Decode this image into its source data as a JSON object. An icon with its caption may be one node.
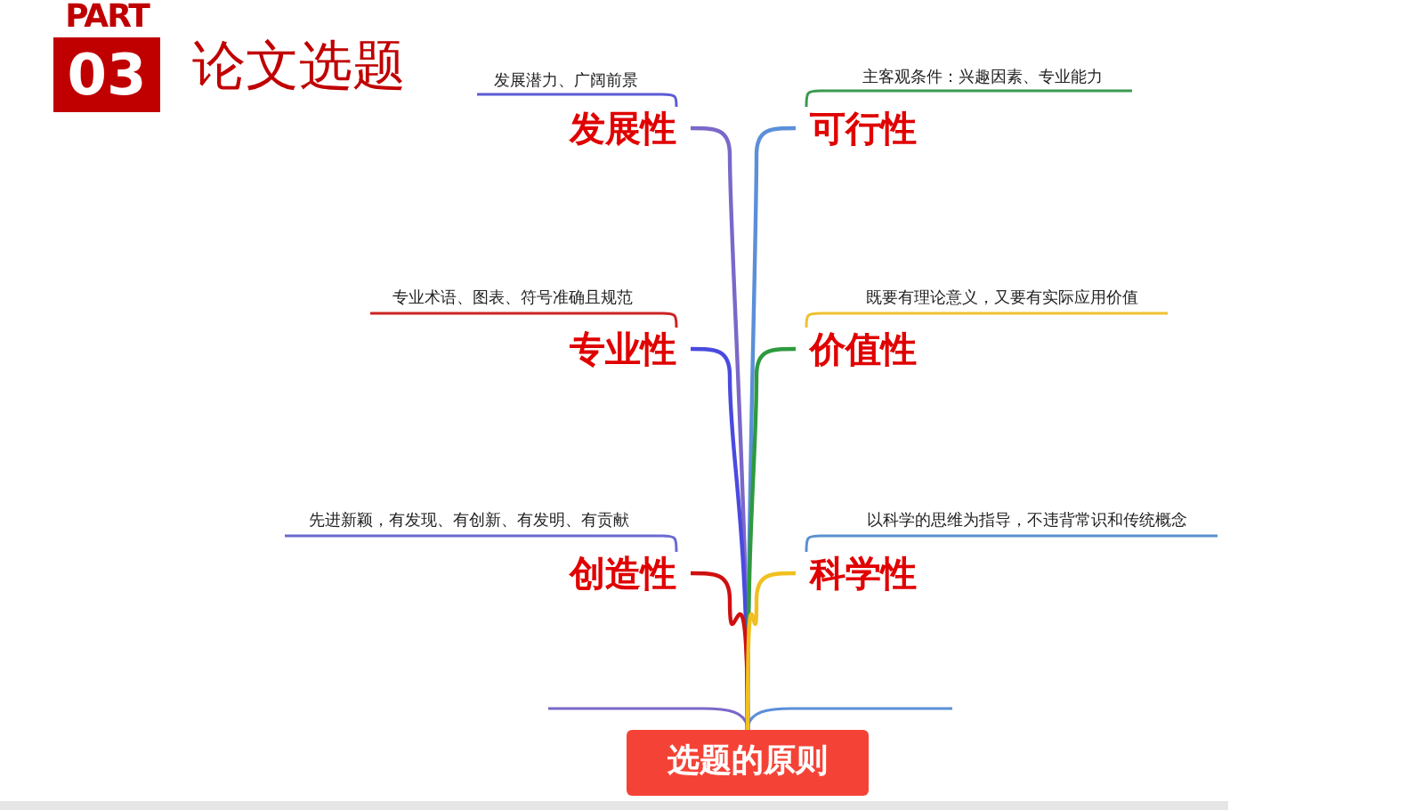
{
  "diagram": {
    "title": "论文选题",
    "nodes": [
      {
        "text": [
          "发展性"
        ]
      },
      {
        "text": [
          "可行性"
        ]
      },
      {
        "text": [
          "专业性"
        ]
      },
      {
        "text": [
          "价值性"
        ]
      },
      {
        "text": [
          "创造性"
        ]
      },
      {
        "text": [
          "科学性"
        ]
      },
      {
        "text": [
          "发展潜力、广阔前景"
        ]
      },
      {
        "text": [
          "主客观条件：兴趣因素、专业能力"
        ]
      },
      {
        "text": [
          "专业术语、图表、符号准确且规范"
        ]
      },
      {
        "text": [
          "既要有理论意义，又要有实际应用价值"
        ]
      },
      {
        "text": [
          "先进新颖，有发现、有创新、有发明、有贡献"
        ]
      },
      {
        "text": [
          "以科学的思维为指导，不违背常识和传统概念"
        ]
      },
      {
        "text": [
          "选题的原则"
        ]
      }
    ],
    "edges": [
      {
        "from": 12,
        "to": 0,
        "arrow": "none",
        "color": "#7b68c8"
      },
      {
        "from": 12,
        "to": 1,
        "arrow": "none",
        "color": "#5b8fd8"
      },
      {
        "from": 12,
        "to": 2,
        "arrow": "none",
        "color": "#4a4ae0"
      },
      {
        "from": 12,
        "to": 3,
        "arrow": "none",
        "color": "#2e9a3e"
      },
      {
        "from": 12,
        "to": 4,
        "arrow": "none",
        "color": "#d01010"
      },
      {
        "from": 12,
        "to": 5,
        "arrow": "none",
        "color": "#f0c020"
      },
      {
        "from": 0,
        "to": 6,
        "arrow": "none",
        "color": "#5b5bd6"
      },
      {
        "from": 1,
        "to": 7,
        "arrow": "none",
        "color": "#3a9a4f"
      },
      {
        "from": 2,
        "to": 8,
        "arrow": "none",
        "color": "#cc2222"
      },
      {
        "from": 3,
        "to": 9,
        "arrow": "none",
        "color": "#f0c030"
      },
      {
        "from": 4,
        "to": 10,
        "arrow": "none",
        "color": "#6a6ad0"
      },
      {
        "from": 5,
        "to": 11,
        "arrow": "none",
        "color": "#5b8fd0"
      }
    ],
    "labels": [
      "PART",
      "03"
    ]
  }
}
